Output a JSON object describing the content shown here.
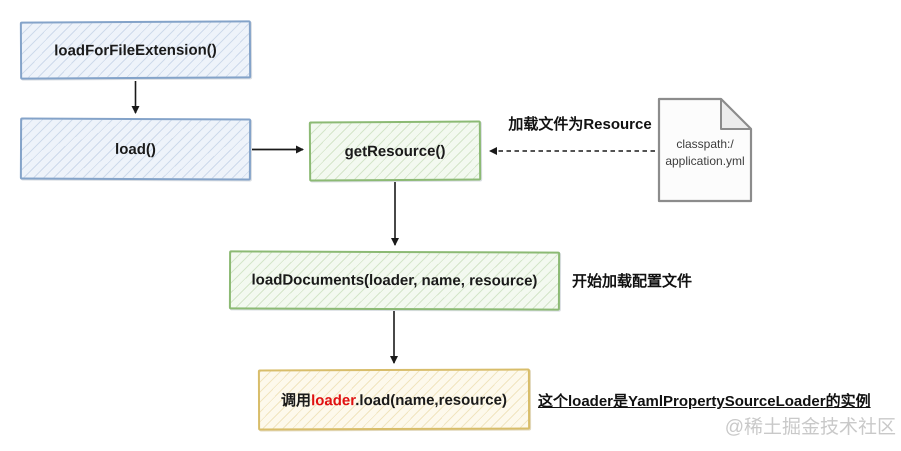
{
  "diagram": {
    "boxes": {
      "loadForFileExtension": {
        "label": "loadForFileExtension()"
      },
      "load": {
        "label": "load()"
      },
      "getResource": {
        "label": "getResource()"
      },
      "loadDocuments": {
        "label": "loadDocuments(loader, name, resource)"
      },
      "callLoader": {
        "prefix": "调用",
        "highlight": "loader",
        "suffix": ".load(name,resource)"
      }
    },
    "file_node": {
      "line1": "classpath:/",
      "line2": "application.yml"
    },
    "annotations": {
      "load_as_resource": "加载文件为Resource",
      "start_loading_config": "开始加载配置文件",
      "loader_instance_note": "这个loader是YamlPropertySourceLoader的实例"
    },
    "watermark": "@稀土掘金技术社区",
    "colors": {
      "blue_box_border": "#84a3c9",
      "blue_box_fill": "#eef3fa",
      "green_box_border": "#8cba74",
      "green_box_fill": "#f3f9f0",
      "yellow_box_border": "#d8bd6a",
      "yellow_box_fill": "#fdf9ec",
      "highlight_red": "#e01111",
      "arrow_black": "#1a1a1a",
      "watermark_gray": "#c9c9c9"
    }
  }
}
